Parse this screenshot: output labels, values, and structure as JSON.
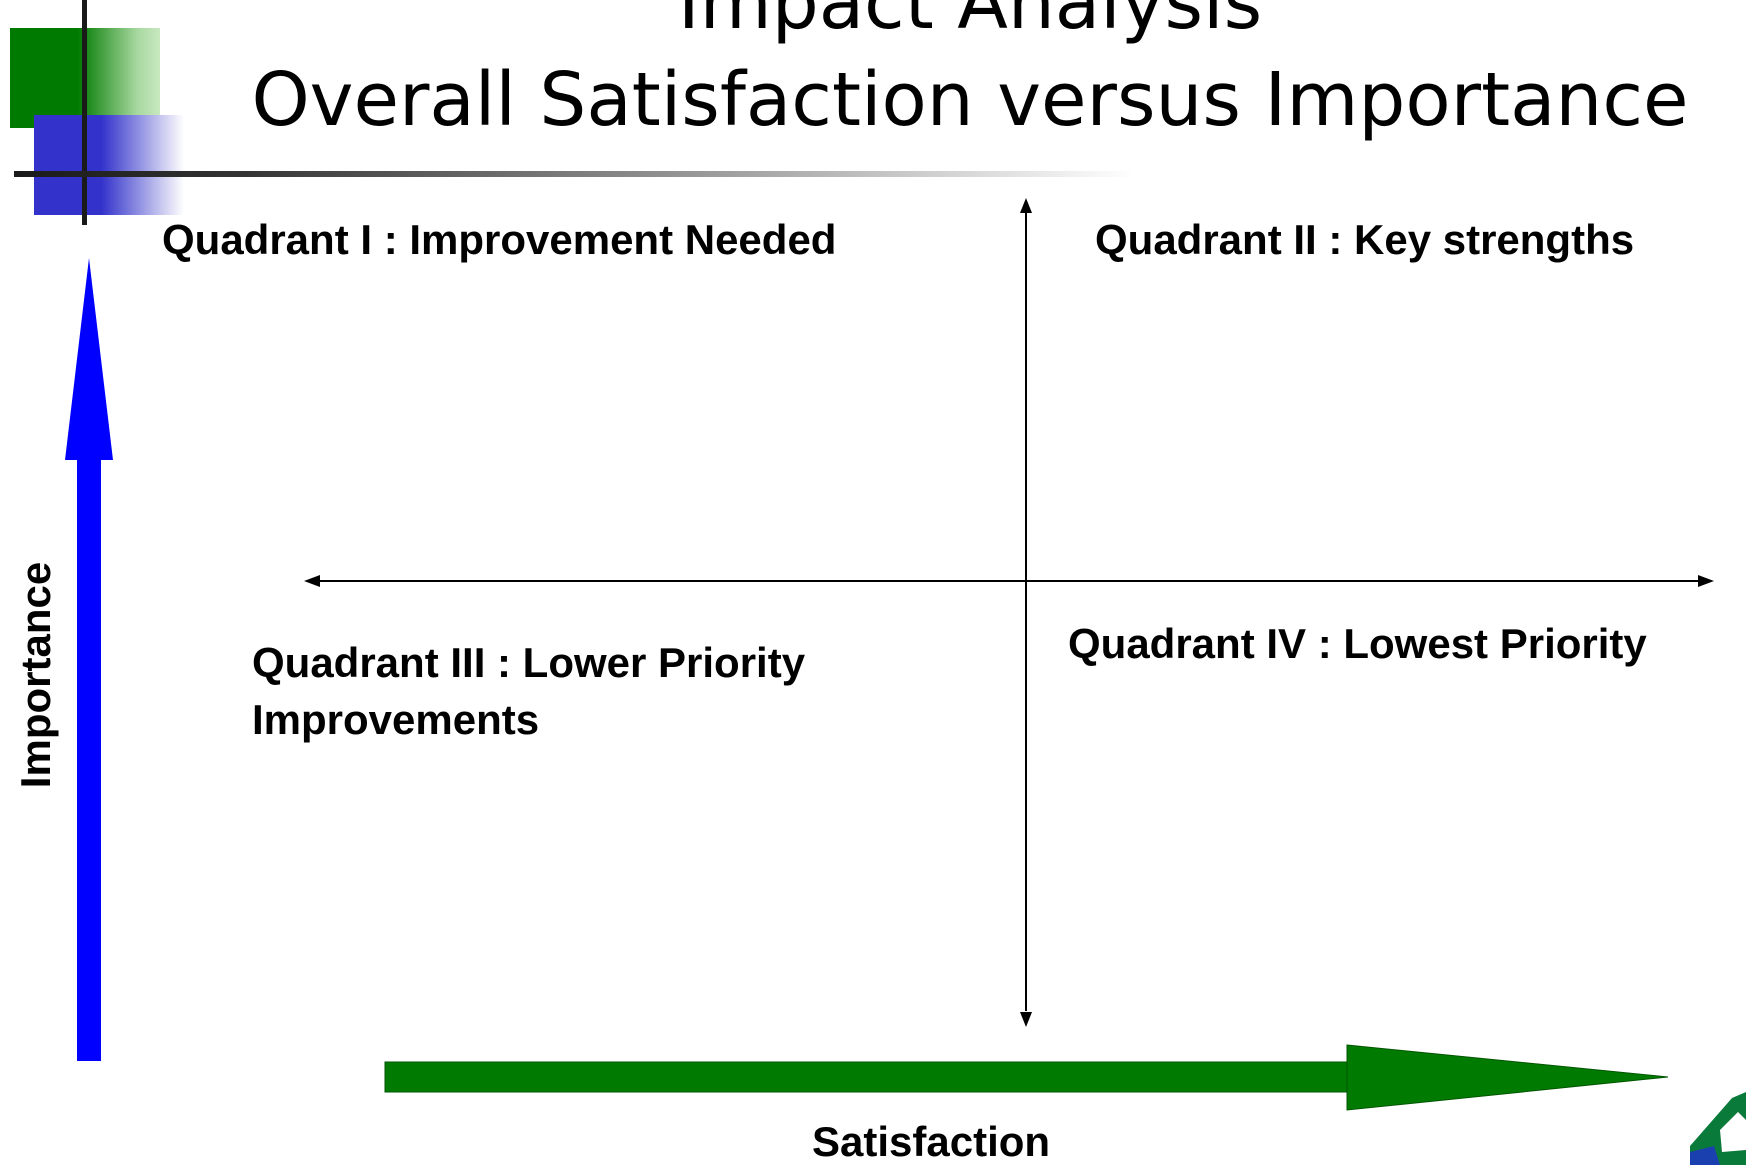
{
  "slide": {
    "title_line1": "Impact Analysis",
    "title_line2": "Overall Satisfaction versus Importance"
  },
  "quadrants": {
    "q1": "Quadrant I : Improvement Needed",
    "q2": "Quadrant II : Key strengths",
    "q3_line1": "Quadrant III : Lower Priority",
    "q3_line2": "Improvements",
    "q4": "Quadrant IV : Lowest Priority"
  },
  "axes": {
    "y_label": "Importance",
    "x_label": "Satisfaction"
  },
  "colors": {
    "importance_arrow": "#0000ff",
    "satisfaction_arrow": "#007a00",
    "accent_green": "#007a00",
    "accent_blue": "#3333cc",
    "axis_lines": "#000000"
  }
}
